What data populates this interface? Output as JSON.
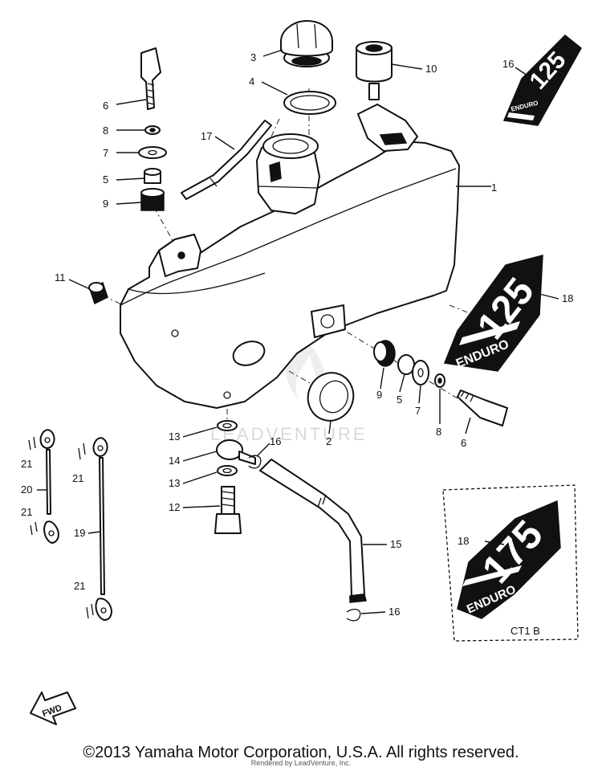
{
  "watermark": "LEADVENTURE",
  "labels": {
    "l1": "1",
    "l2": "2",
    "l3": "3",
    "l4": "4",
    "l5a": "5",
    "l5b": "5",
    "l6a": "6",
    "l6b": "6",
    "l7a": "7",
    "l7b": "7",
    "l8a": "8",
    "l8b": "8",
    "l9a": "9",
    "l9b": "9",
    "l10": "10",
    "l11": "11",
    "l12": "12",
    "l13a": "13",
    "l13b": "13",
    "l14": "14",
    "l15": "15",
    "l16a": "16",
    "l16b": "16",
    "l16c": "16",
    "l17": "17",
    "l18a": "18",
    "l18b": "18",
    "l19": "19",
    "l20": "20",
    "l21a": "21",
    "l21b": "21",
    "l21c": "21",
    "l21d": "21"
  },
  "emblems": {
    "small": {
      "number": "125",
      "word": "ENDURO"
    },
    "mid": {
      "number": "125",
      "word": "ENDURO"
    },
    "inset": {
      "number": "175",
      "word": "ENDURO"
    }
  },
  "inset_code": "CT1  B",
  "fwd_arrow": "FWD",
  "footer": {
    "copyright": "©2013 Yamaha Motor Corporation, U.S.A. All rights reserved.",
    "rendered": "Rendered by LeadVenture, Inc."
  }
}
